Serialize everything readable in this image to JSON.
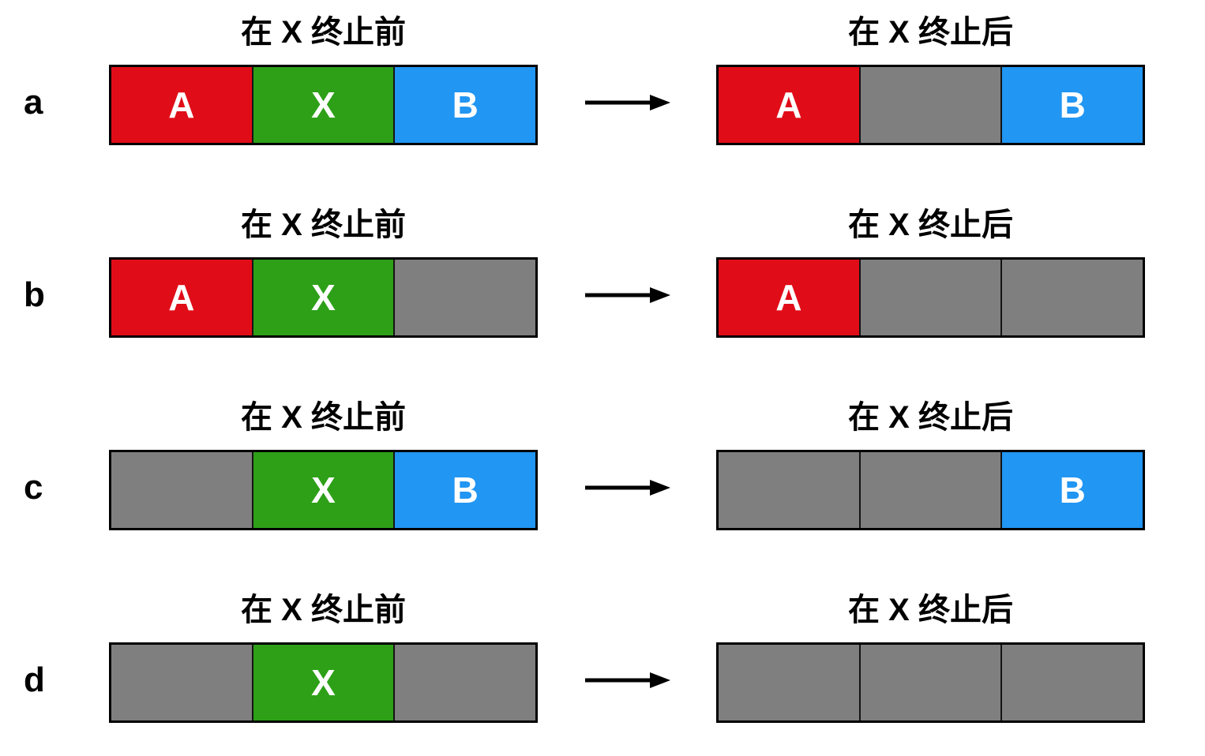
{
  "titles": {
    "before": "在 X 终止前",
    "after": "在 X 终止后"
  },
  "colors": {
    "red": "#e00d18",
    "green": "#2da018",
    "blue": "#2196f3",
    "gray": "#7f7f7f",
    "border": "#000000",
    "arrow": "#000000"
  },
  "icons": {
    "arrow": "right-arrow"
  },
  "rows": [
    {
      "label": "a",
      "before": [
        {
          "text": "A",
          "color": "red"
        },
        {
          "text": "X",
          "color": "green"
        },
        {
          "text": "B",
          "color": "blue"
        }
      ],
      "after": [
        {
          "text": "A",
          "color": "red"
        },
        {
          "text": "",
          "color": "gray"
        },
        {
          "text": "B",
          "color": "blue"
        }
      ]
    },
    {
      "label": "b",
      "before": [
        {
          "text": "A",
          "color": "red"
        },
        {
          "text": "X",
          "color": "green"
        },
        {
          "text": "",
          "color": "gray"
        }
      ],
      "after": [
        {
          "text": "A",
          "color": "red"
        },
        {
          "text": "",
          "color": "gray"
        },
        {
          "text": "",
          "color": "gray"
        }
      ]
    },
    {
      "label": "c",
      "before": [
        {
          "text": "",
          "color": "gray"
        },
        {
          "text": "X",
          "color": "green"
        },
        {
          "text": "B",
          "color": "blue"
        }
      ],
      "after": [
        {
          "text": "",
          "color": "gray"
        },
        {
          "text": "",
          "color": "gray"
        },
        {
          "text": "B",
          "color": "blue"
        }
      ]
    },
    {
      "label": "d",
      "before": [
        {
          "text": "",
          "color": "gray"
        },
        {
          "text": "X",
          "color": "green"
        },
        {
          "text": "",
          "color": "gray"
        }
      ],
      "after": [
        {
          "text": "",
          "color": "gray"
        },
        {
          "text": "",
          "color": "gray"
        },
        {
          "text": "",
          "color": "gray"
        }
      ]
    }
  ]
}
